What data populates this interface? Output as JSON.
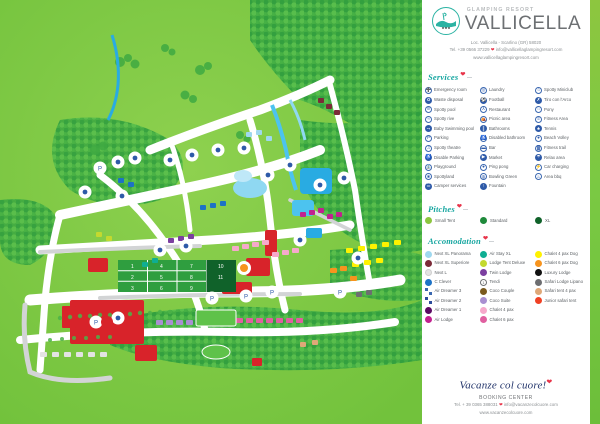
{
  "brand": {
    "superline": "GLAMPING RESORT",
    "name": "VALLICELLA",
    "address": "Loc. Vallicella - Scarlino (GR) 58020",
    "contact_prefix": "Tel. +39 0566 37229",
    "email": "info@vallicellaglampingresort.com",
    "website": "www.vallicellaglampingresort.com",
    "logo_icon": "resort-logo-icon"
  },
  "services": {
    "heading": "Services",
    "columns": [
      [
        {
          "label": "Emergency room",
          "icon": "emergency-icon"
        },
        {
          "label": "Waste disposal",
          "icon": "waste-icon"
        },
        {
          "label": "Spotty pool",
          "icon": "pool-icon"
        },
        {
          "label": "Spotty rive",
          "icon": "river-icon"
        },
        {
          "label": "Baby Swimming pool",
          "icon": "baby-pool-icon"
        },
        {
          "label": "Parking",
          "icon": "parking-icon"
        },
        {
          "label": "Spotty theatre",
          "icon": "theatre-icon"
        },
        {
          "label": "Disable Parking",
          "icon": "disabled-parking-icon"
        },
        {
          "label": "Playground",
          "icon": "playground-icon"
        },
        {
          "label": "Spottyland",
          "icon": "spottyland-icon"
        },
        {
          "label": "Camper services",
          "icon": "camper-icon"
        }
      ],
      [
        {
          "label": "Laundry",
          "icon": "laundry-icon"
        },
        {
          "label": "Football",
          "icon": "football-icon"
        },
        {
          "label": "Restaurant",
          "icon": "restaurant-icon"
        },
        {
          "label": "Picnic area",
          "icon": "picnic-icon"
        },
        {
          "label": "Bathrooms",
          "icon": "bathroom-icon"
        },
        {
          "label": "Disabled bathroom",
          "icon": "disabled-bathroom-icon"
        },
        {
          "label": "Bar",
          "icon": "bar-icon"
        },
        {
          "label": "Market",
          "icon": "market-icon"
        },
        {
          "label": "Ping pong",
          "icon": "pingpong-icon"
        },
        {
          "label": "Bowling Green",
          "icon": "bowling-icon"
        },
        {
          "label": "Fountain",
          "icon": "fountain-icon"
        }
      ],
      [
        {
          "label": "Spotty Miniclub",
          "icon": "miniclub-icon"
        },
        {
          "label": "Tiro con l'Arco",
          "icon": "archery-icon"
        },
        {
          "label": "Pony",
          "icon": "pony-icon"
        },
        {
          "label": "Fitness Area",
          "icon": "fitness-area-icon"
        },
        {
          "label": "Tennis",
          "icon": "tennis-icon"
        },
        {
          "label": "Beach Volley",
          "icon": "volley-icon"
        },
        {
          "label": "Fitness trail",
          "icon": "fitness-trail-icon"
        },
        {
          "label": "Relax area",
          "icon": "relax-icon"
        },
        {
          "label": "Car charging",
          "icon": "car-charging-icon"
        },
        {
          "label": "Area bbq",
          "icon": "bbq-icon"
        }
      ]
    ]
  },
  "pitches": {
    "heading": "Pitches",
    "items": [
      {
        "label": "Small Tent",
        "color": "#8cc63f"
      },
      {
        "label": "Standard",
        "color": "#1f8a3b"
      },
      {
        "label": "XL",
        "color": "#10622a"
      }
    ]
  },
  "accomodation": {
    "heading": "Accomodation",
    "columns": [
      [
        {
          "label": "Next XL Panorama",
          "color": "#9fd8ef",
          "style": "solid"
        },
        {
          "label": "Next XL Superiore",
          "color": "#7b2b38",
          "style": "solid"
        },
        {
          "label": "Next L",
          "color": "#e3e3e3",
          "style": "solid"
        },
        {
          "label": "C Clever",
          "color": "#1d72c6",
          "style": "solid"
        },
        {
          "label": "Air Dreamer 3",
          "color": "#3a67b0",
          "style": "checker"
        },
        {
          "label": "Air Dreamer 2",
          "color": "#2b4b9b",
          "style": "checker"
        },
        {
          "label": "Air Dreamer 1",
          "color": "#5b0a63",
          "style": "solid"
        },
        {
          "label": "Air Lodge",
          "color": "#c2218f",
          "style": "solid"
        }
      ],
      [
        {
          "label": "Air Stay XL",
          "color": "#0fae93",
          "style": "solid"
        },
        {
          "label": "Lodge Tent Deluxe",
          "color": "#c3d92f",
          "style": "solid"
        },
        {
          "label": "Twin Lodge",
          "color": "#7b3fa0",
          "style": "solid"
        },
        {
          "label": "Tendi",
          "color": "#ffffff",
          "style": "ring",
          "glyph": "1"
        },
        {
          "label": "Coco Couple",
          "color": "#7a5a1e",
          "style": "solid"
        },
        {
          "label": "Coco Suite",
          "color": "#a98fd1",
          "style": "solid"
        },
        {
          "label": "Chalet 4 pax",
          "color": "#f6a9cb",
          "style": "solid"
        },
        {
          "label": "Chalet 6 pax",
          "color": "#e05fa0",
          "style": "solid"
        }
      ],
      [
        {
          "label": "Chalet 4 pax Dog",
          "color": "#fff200",
          "style": "solid"
        },
        {
          "label": "Chalet 6 pax Dog",
          "color": "#f7941e",
          "style": "solid"
        },
        {
          "label": "Luxury Lodge",
          "color": "#111111",
          "style": "solid"
        },
        {
          "label": "Safari Lodge Lipano",
          "color": "#6d6e71",
          "style": "solid"
        },
        {
          "label": "Safari tent 4 pax",
          "color": "#dfa878",
          "style": "solid"
        },
        {
          "label": "Junior safari tent",
          "color": "#f04124",
          "style": "solid"
        }
      ]
    ]
  },
  "footer": {
    "script": "Vacanze col cuore!",
    "booking_center": "BOOKING CENTER",
    "contact_prefix": "Tel. + 39 0365 388031",
    "email": "info@vacanzecolcuore.com",
    "website": "www.vacanzecolcuore.com"
  },
  "map": {
    "name": "resort-illustrated-map",
    "pitch_numbers": [
      "1",
      "2",
      "3",
      "4",
      "5",
      "6",
      "7",
      "8",
      "9",
      "10",
      "11"
    ],
    "parking_marker": "P",
    "colors": {
      "grass": "#7ac943",
      "grass_light": "#8ed14f",
      "tree_dark": "#2f9e3f",
      "tree_mid": "#4cb348",
      "path": "#ffffff",
      "road": "#d9dadb",
      "water": "#29abe2",
      "water_light": "#8fd8f2",
      "building_red": "#d8232a",
      "pitch_green": "#1f8a3b"
    }
  }
}
